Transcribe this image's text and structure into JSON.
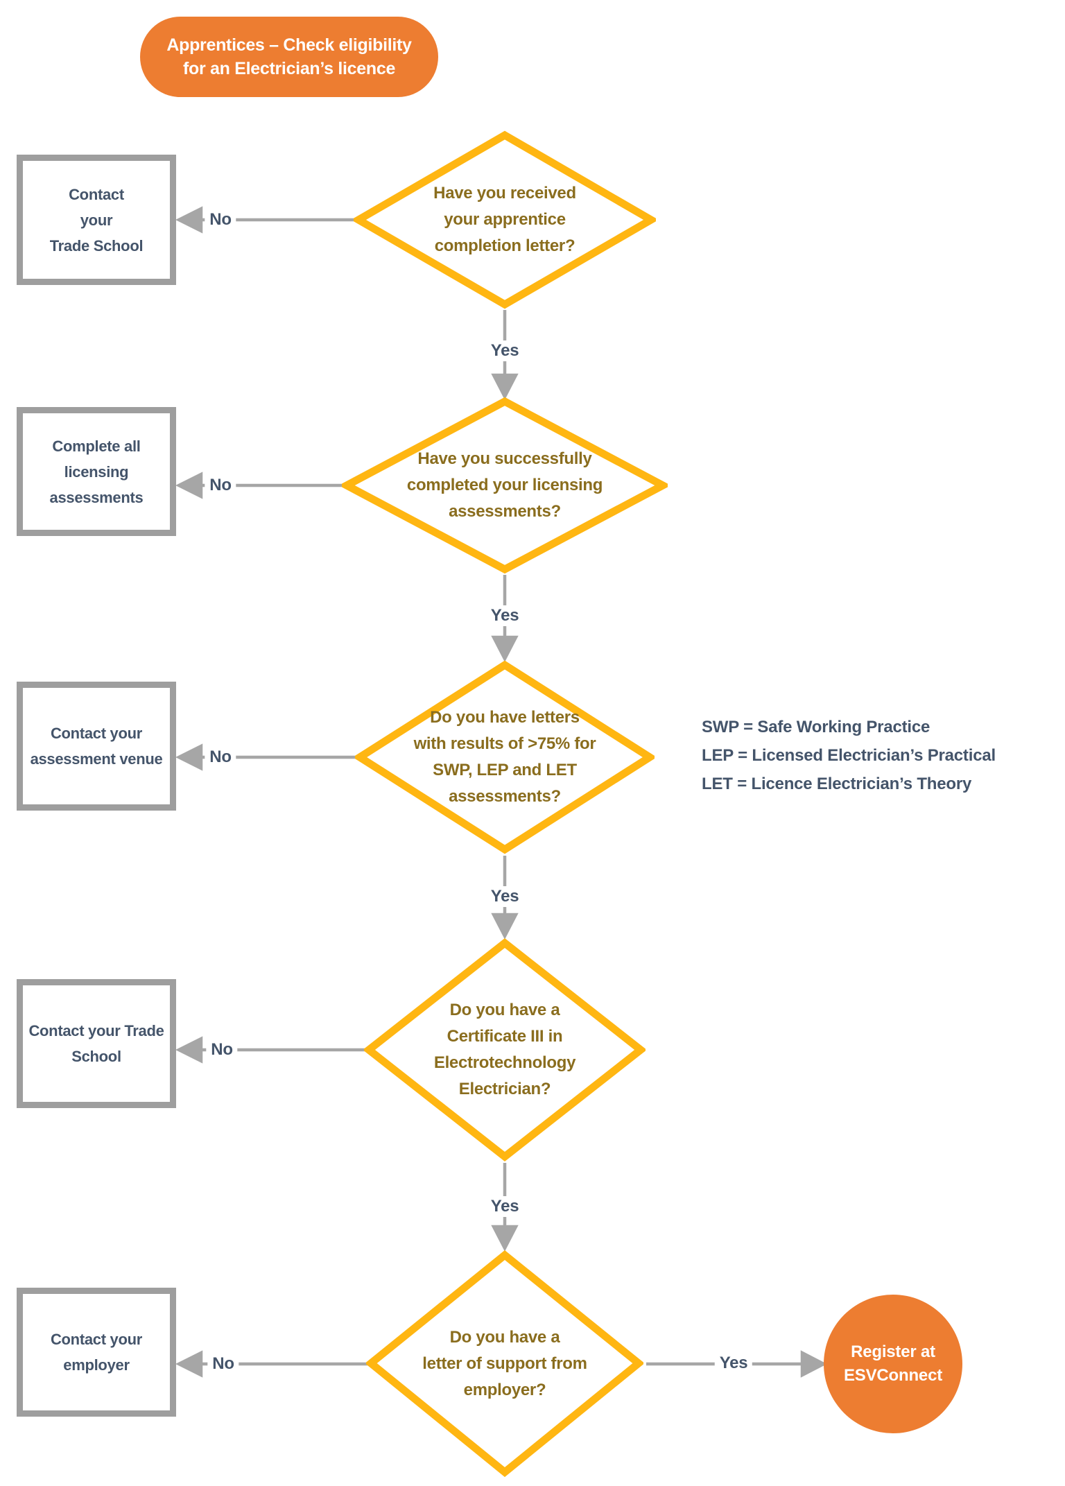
{
  "title": "Apprentices – Check eligibility\nfor an Electrician’s licence",
  "labels": {
    "yes": "Yes",
    "no": "No"
  },
  "boxes": [
    {
      "text": "Contact\nyour\nTrade School"
    },
    {
      "text": "Complete all\nlicensing\nassessments"
    },
    {
      "text": "Contact your\nassessment venue"
    },
    {
      "text": "Contact your Trade\nSchool"
    },
    {
      "text": "Contact your\nemployer"
    }
  ],
  "decisions": [
    {
      "text": "Have you received\nyour apprentice\ncompletion letter?"
    },
    {
      "text": "Have you successfully\ncompleted your licensing\nassessments?"
    },
    {
      "text": "Do you have letters\nwith results of >75% for\nSWP, LEP and LET\nassessments?"
    },
    {
      "text": "Do you have a\nCertificate III in\nElectrotechnology\nElectrician?"
    },
    {
      "text": "Do you have a\nletter of support from\nemployer?"
    }
  ],
  "legend": {
    "line1": "SWP = Safe Working Practice",
    "line2": "LEP = Licensed Electrician’s Practical",
    "line3": "LET = Licence Electrician’s Theory"
  },
  "end_node": "Register at\nESVConnect",
  "colors": {
    "accent_orange": "#ED7D31",
    "diamond_yellow": "#FFB612",
    "diamond_text": "#8A6D1E",
    "body_text": "#44546A",
    "box_border": "#9E9E9E",
    "arrow_gray": "#A6A6A6"
  }
}
